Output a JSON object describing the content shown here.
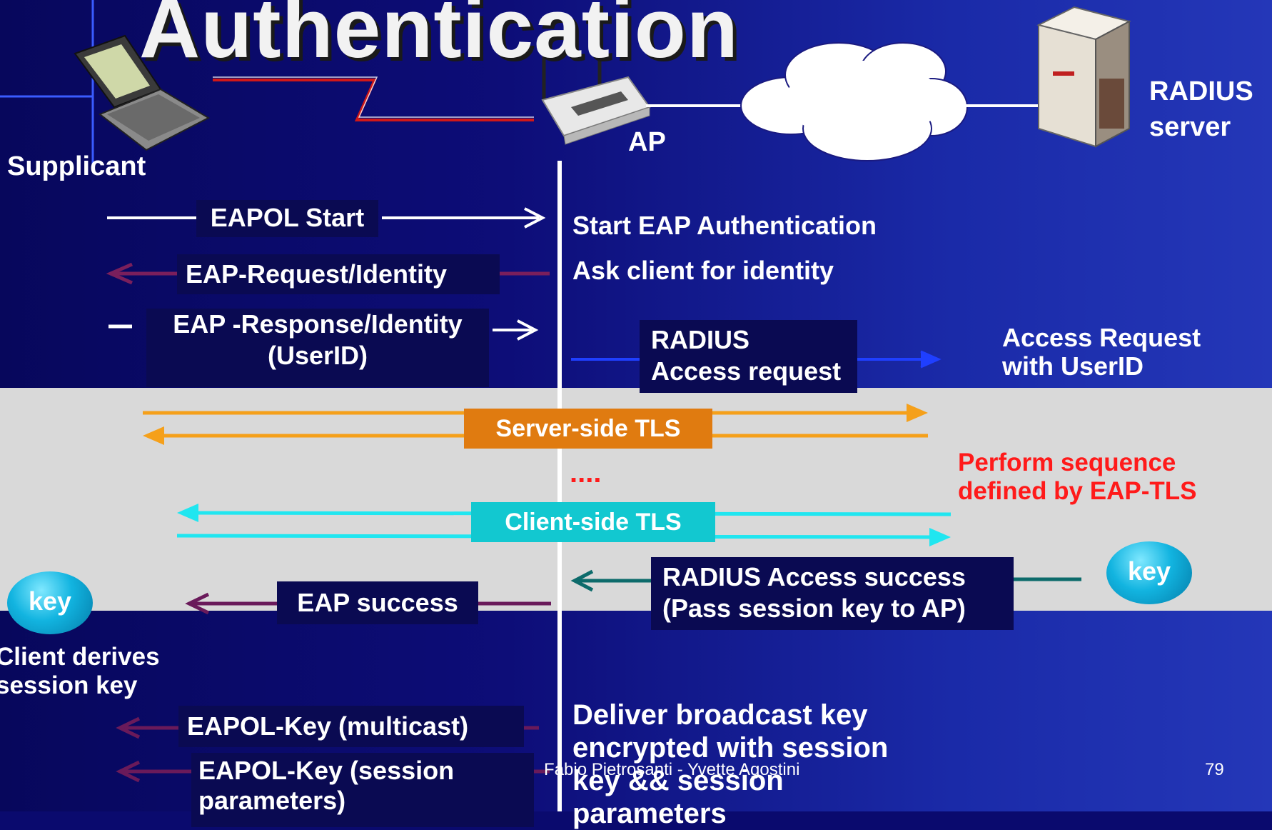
{
  "title": "Authentication",
  "entities": {
    "supplicant": "Supplicant",
    "ap": "AP",
    "radius_line1": "RADIUS",
    "radius_line2": "server"
  },
  "messages": {
    "eapol_start": "EAPOL Start",
    "eap_request_identity": "EAP-Request/Identity",
    "eap_response_line1": "EAP -Response/Identity",
    "eap_response_line2": "(UserID)",
    "radius_access_line1": "RADIUS",
    "radius_access_line2": "Access request",
    "server_side_tls": "Server-side TLS",
    "client_side_tls": "Client-side TLS",
    "radius_success_line1": "RADIUS Access success",
    "radius_success_line2": "(Pass session key to AP)",
    "eap_success": "EAP success",
    "eapol_key_multicast": "EAPOL-Key (multicast)",
    "eapol_key_session_line1": "EAPOL-Key (session",
    "eapol_key_session_line2": "parameters)"
  },
  "notes": {
    "start_eap": "Start EAP Authentication",
    "ask_identity": "Ask client for identity",
    "access_request_line1": "Access Request",
    "access_request_line2": "with UserID",
    "dots": "....",
    "perform_line1": "Perform sequence",
    "perform_line2": "defined by EAP-TLS",
    "client_derives_line1": "Client derives",
    "client_derives_line2": "session key",
    "deliver_line1": "Deliver broadcast key",
    "deliver_line2": "encrypted with session",
    "deliver_line3": "key && session",
    "deliver_line4": "parameters"
  },
  "keys": {
    "left": "key",
    "right": "key"
  },
  "footer": {
    "authors": "Fabio Pietrosanti - Yvette Agostini",
    "slide_number": "79"
  },
  "colors": {
    "eapol_start": "#ffffff",
    "eap_request": "#7a1f5c",
    "radius_request": "#1f3fff",
    "server_tls": "#f5a01a",
    "server_tls_box": "#e07b10",
    "client_tls": "#20e6f0",
    "client_tls_box": "#12c8d0",
    "radius_success": "#0d6b6b",
    "eap_success": "#6a1a5a",
    "highlight_red": "#ff1a1a"
  }
}
